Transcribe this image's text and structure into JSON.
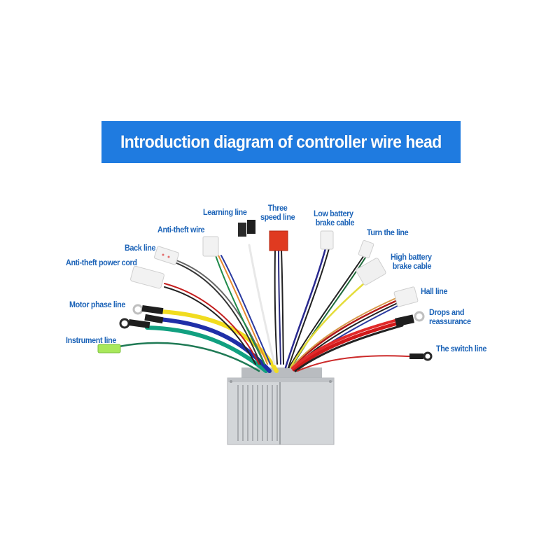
{
  "title": "Introduction diagram of controller wire head",
  "colors": {
    "banner": "#1f7be0",
    "label_text": "#1d64b8",
    "controller_body": "#c9ccd0"
  },
  "labels": {
    "learning_line": "Learning line",
    "three_speed_line_1": "Three",
    "three_speed_line_2": "speed line",
    "low_battery_brake_1": "Low battery",
    "low_battery_brake_2": "brake cable",
    "anti_theft_wire": "Anti-theft wire",
    "turn_the_line": "Turn the line",
    "back_line": "Back line",
    "high_battery_brake_1": "High battery",
    "high_battery_brake_2": "brake cable",
    "anti_theft_power_cord": "Anti-theft power cord",
    "hall_line": "Hall line",
    "motor_phase_line": "Motor phase line",
    "drops_and_reassurance_1": "Drops and",
    "drops_and_reassurance_2": "reassurance",
    "instrument_line": "Instrument line",
    "the_switch_line": "The switch line"
  }
}
